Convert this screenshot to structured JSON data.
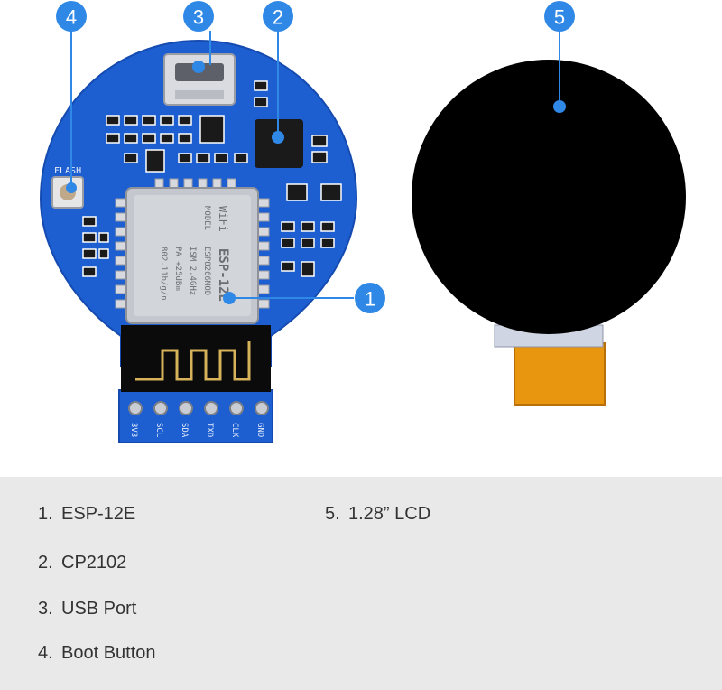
{
  "callouts": [
    {
      "number": "1"
    },
    {
      "number": "2"
    },
    {
      "number": "3"
    },
    {
      "number": "4"
    },
    {
      "number": "5"
    }
  ],
  "board": {
    "flash_label": "FLASH",
    "pin_labels": [
      "3V3",
      "SCL",
      "SDA",
      "TXD",
      "CLK",
      "GND"
    ],
    "module_text": [
      "MODEL",
      "ESP8266MOD",
      "ISM 2.4GHz",
      "PA +25dBm",
      "802.11b/g/n",
      "ESP-12E",
      "WiFi"
    ]
  },
  "legend": {
    "items": [
      {
        "number": "1.",
        "label": "ESP-12E"
      },
      {
        "number": "2.",
        "label": "CP2102"
      },
      {
        "number": "3.",
        "label": "USB Port"
      },
      {
        "number": "4.",
        "label": "Boot Button"
      },
      {
        "number": "5.",
        "label": "1.28” LCD"
      }
    ]
  },
  "colors": {
    "callout": "#2f88e6",
    "pcb": "#1d5fd0",
    "panel": "#e9e9e9",
    "lcd": "#000000",
    "flex_cable": "#e8950f"
  }
}
